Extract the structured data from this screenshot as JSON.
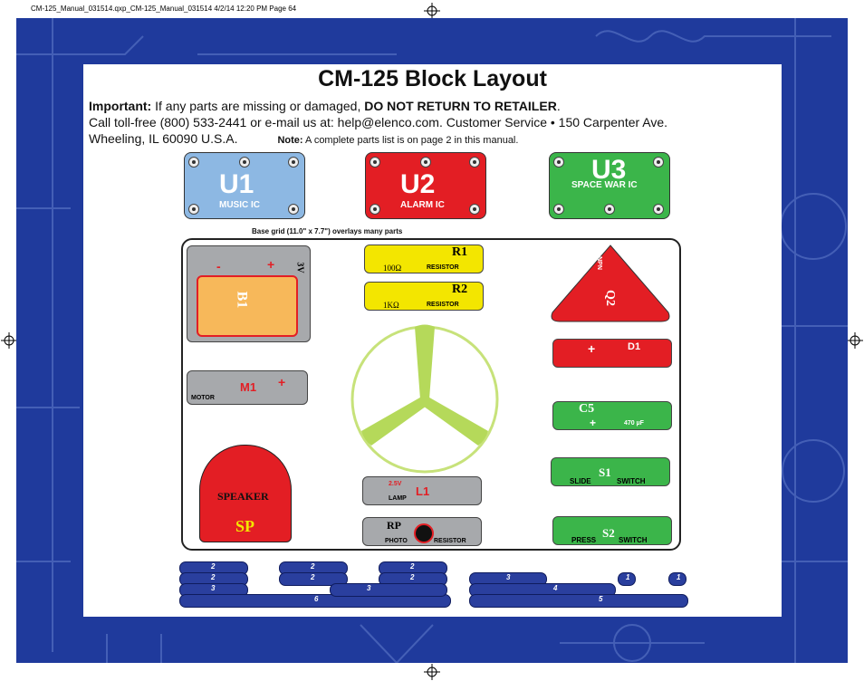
{
  "slug": "CM-125_Manual_031514.qxp_CM-125_Manual_031514  4/2/14  12:20 PM  Page 64",
  "title": "CM-125 Block Layout",
  "important_label": "Important:",
  "important_text": " If any parts are missing or damaged, ",
  "important_bold": "DO NOT RETURN TO RETAILER",
  "important_end": ".",
  "contact_line": "Call toll-free (800) 533-2441 or e-mail us at:  help@elenco.com. Customer Service • 150 Carpenter Ave.",
  "address": "Wheeling, IL  60090  U.S.A.",
  "note_label": "Note:",
  "note_text": " A complete parts list is on page 2 in this manual.",
  "grid_label": "Base grid (11.0\" x 7.7\") overlays many parts",
  "ics": [
    {
      "big": "U1",
      "small": "MUSIC IC",
      "color": "#8db8e3"
    },
    {
      "big": "U2",
      "small": "ALARM IC",
      "color": "#e31e24"
    },
    {
      "big": "U3",
      "small": "SPACE WAR IC",
      "color": "#3bb54a"
    }
  ],
  "battery": {
    "label": "B1",
    "voltage": "3V",
    "minus": "-",
    "plus": "+"
  },
  "motor": {
    "label": "M1",
    "text": "MOTOR",
    "plus": "+"
  },
  "speaker": {
    "label": "SPEAKER",
    "code": "SP"
  },
  "r1": {
    "code": "R1",
    "value": "100Ω",
    "text": "RESISTOR"
  },
  "r2": {
    "code": "R2",
    "value": "1KΩ",
    "text": "RESISTOR"
  },
  "lamp": {
    "code": "L1",
    "volt": "2.5V",
    "text": "LAMP"
  },
  "photo": {
    "code": "RP",
    "left": "PHOTO",
    "right": "RESISTOR"
  },
  "q2": {
    "code": "Q2",
    "type": "NPN"
  },
  "d1": {
    "code": "D1",
    "plus": "+"
  },
  "c5": {
    "code": "C5",
    "value": "470 µF",
    "plus": "+"
  },
  "s1": {
    "code": "S1",
    "left": "SLIDE",
    "right": "SWITCH"
  },
  "s2": {
    "code": "S2",
    "left": "PRESS",
    "right": "SWITCH"
  },
  "wires": [
    {
      "n": "2"
    },
    {
      "n": "2"
    },
    {
      "n": "3"
    },
    {
      "n": "2"
    },
    {
      "n": "2"
    },
    {
      "n": "6"
    },
    {
      "n": "2"
    },
    {
      "n": "2"
    },
    {
      "n": "3"
    },
    {
      "n": "3"
    },
    {
      "n": "4"
    },
    {
      "n": "5"
    },
    {
      "n": "1"
    },
    {
      "n": "1"
    }
  ],
  "colors": {
    "blue_bg": "#1f3a9c",
    "yellow_part": "#f3e600",
    "grey_part": "#a7a9ac",
    "green_part": "#3bb54a",
    "red_part": "#e31e24"
  }
}
